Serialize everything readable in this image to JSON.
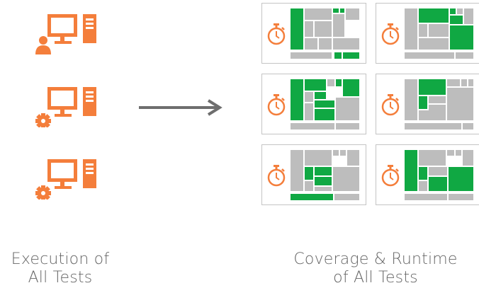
{
  "colors": {
    "accent_orange": "#f47e3b",
    "covered_green": "#10a843",
    "uncovered_gray": "#bdbdbd",
    "card_border": "#c4c4c4",
    "arrow": "#6e6e6e",
    "caption_text": "#666666"
  },
  "left": {
    "computers": [
      {
        "icon": "user-computer-icon"
      },
      {
        "icon": "automated-computer-icon"
      },
      {
        "icon": "automated-computer-icon"
      }
    ],
    "caption_line1": "Execution of",
    "caption_line2": "All Tests"
  },
  "flow": {
    "icon": "arrow-right-icon"
  },
  "right": {
    "cards": [
      {
        "icon": "stopwatch-icon",
        "pattern": 0
      },
      {
        "icon": "stopwatch-icon",
        "pattern": 1
      },
      {
        "icon": "stopwatch-icon",
        "pattern": 2
      },
      {
        "icon": "stopwatch-icon",
        "pattern": 3
      },
      {
        "icon": "stopwatch-icon",
        "pattern": 4
      },
      {
        "icon": "stopwatch-icon",
        "pattern": 5
      }
    ],
    "caption_line1": "Coverage & Runtime",
    "caption_line2": "of All Tests"
  }
}
